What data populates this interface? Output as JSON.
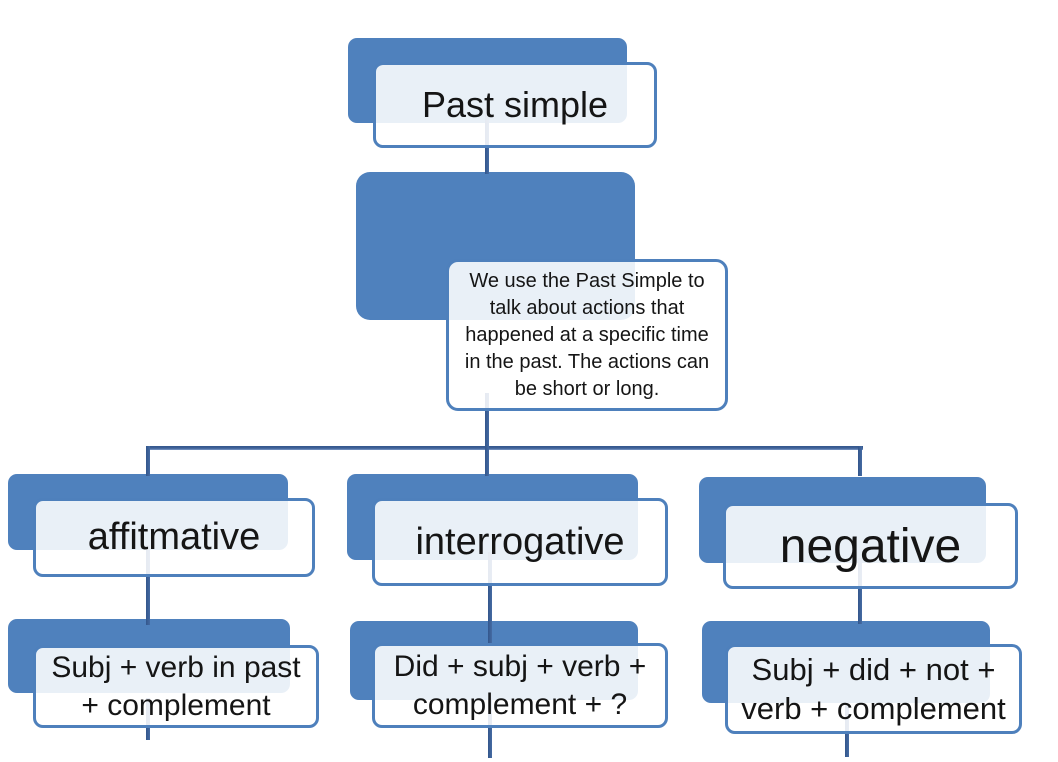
{
  "diagram": {
    "title": "Past simple",
    "description": "We use the Past Simple to\ntalk about actions that\nhappened at a specific time\nin the past. The actions can\nbe short or long.",
    "branches": [
      {
        "label": "affitmative",
        "formula": "Subj + verb in past\n+ complement"
      },
      {
        "label": "interrogative",
        "formula": "Did + subj + verb +\ncomplement + ?"
      },
      {
        "label": "negative",
        "formula": "Subj + did + not +\nverb + complement"
      }
    ],
    "colors": {
      "shape_fill": "#4F81BD",
      "box_border": "#4E80BC",
      "box_fill_tint": "#EAF0F8",
      "connector": "#3A5D93",
      "text": "#151515",
      "background": "#FFFFFF"
    }
  }
}
